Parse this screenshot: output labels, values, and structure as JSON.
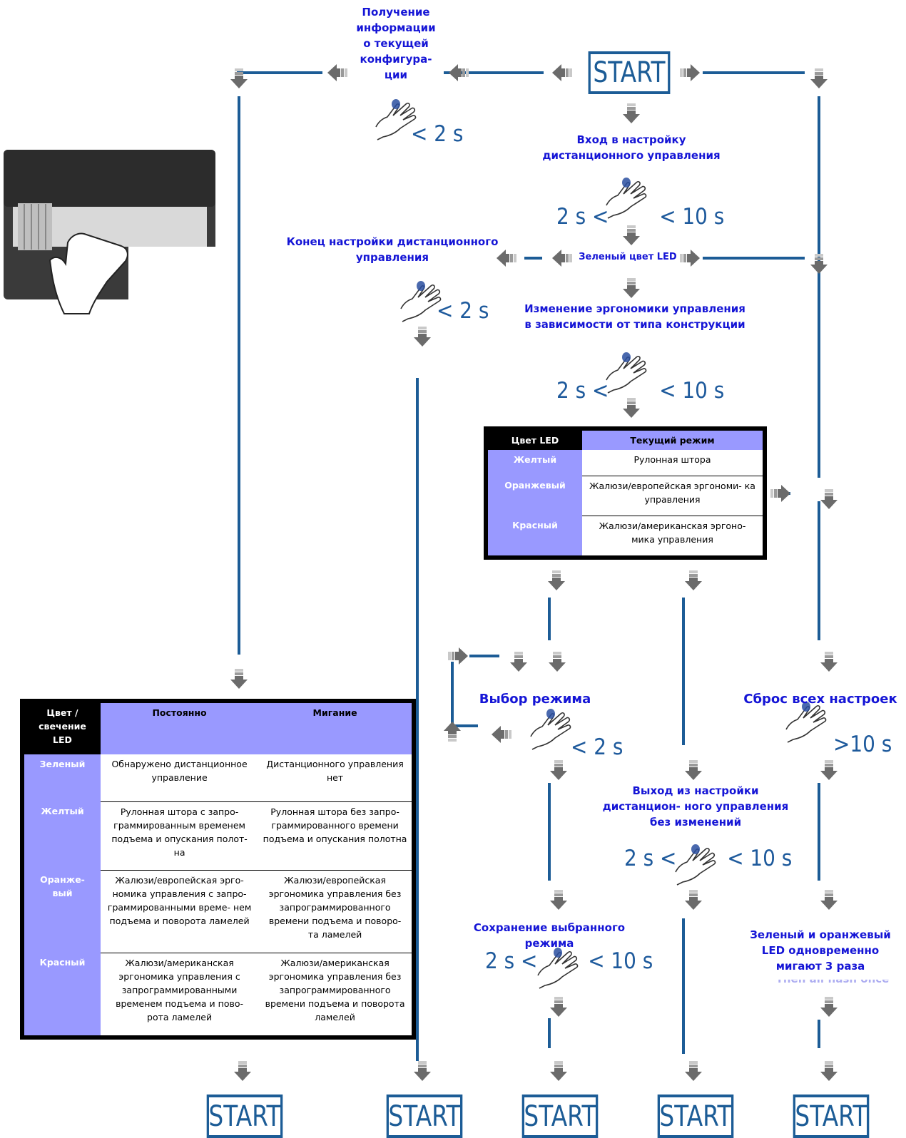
{
  "start_top": "START",
  "start_bottom": [
    "START",
    "START",
    "START",
    "START",
    "START"
  ],
  "labels": {
    "get_info": "Получение информации о текущей конфигура- ции",
    "enter_setup": "Вход в настройку дистанционного управления",
    "end_setup": "Конец настройки дистанционного управления",
    "green_led": "Зеленый цвет LED",
    "change_ergo": "Изменение эргономики управления в зависимости от типа конструкции",
    "select_mode": "Выбор режима",
    "reset_all": "Сброс всех настроек",
    "exit_no_change": "Выход из настройки дистанцион- ного управления без изменений",
    "save_mode": "Сохранение выбранного режима",
    "green_orange_blink": "Зеленый и оранжевый LED одновременно мигают 3 раза",
    "faded_text": "Then all flash once"
  },
  "timings": {
    "t_get_info": "< 2 s",
    "t_enter": "2 s <        < 10 s",
    "t_end": "< 2 s",
    "t_change": "2 s <        < 10 s",
    "t_select": "< 2 s",
    "t_reset": ">10 s",
    "t_exit": "2 s <        < 10 s",
    "t_save": "2 s <        < 10 s"
  },
  "mode_table": {
    "headers": [
      "Цвет LED",
      "Текущий режим"
    ],
    "rows": [
      {
        "color": "Желтый",
        "mode": "Рулонная штора"
      },
      {
        "color": "Оранжевый",
        "mode": "Жалюзи/европейская эргономи- ка управления"
      },
      {
        "color": "Красный",
        "mode": "Жалюзи/американская эргоно- мика управления"
      }
    ]
  },
  "led_table": {
    "headers": [
      "Цвет / свечение LED",
      "Постоянно",
      "Мигание"
    ],
    "rows": [
      {
        "color": "Зеленый",
        "steady": "Обнаружено дистанционное управление",
        "blink": "Дистанционного управления нет"
      },
      {
        "color": "Желтый",
        "steady": "Рулонная штора с запро- граммированным временем подъема и опускания полот- на",
        "blink": "Рулонная штора без запро- граммированного времени подъема и опускания полотна"
      },
      {
        "color": "Оранже- вый",
        "steady": "Жалюзи/европейская эрго- номика управления с запро- граммированными време- нем подъема и поворота ламелей",
        "blink": "Жалюзи/европейская эргономика управления без запрограммированного времени подъема и поворо- та ламелей"
      },
      {
        "color": "Красный",
        "steady": "Жалюзи/американская эргономика управления с запрограммированными временем подъема и пово- рота ламелей",
        "blink": "Жалюзи/американская эргономика управления без запрограммированного времени подъема и поворота ламелей"
      }
    ]
  },
  "colors": {
    "line": "#1c5c96",
    "label": "#1515d6",
    "arrow": "#6b6b6b",
    "purple": "#9999ff"
  },
  "icons": [
    "hand-press-icon",
    "device-photo",
    "arrow-icon"
  ]
}
